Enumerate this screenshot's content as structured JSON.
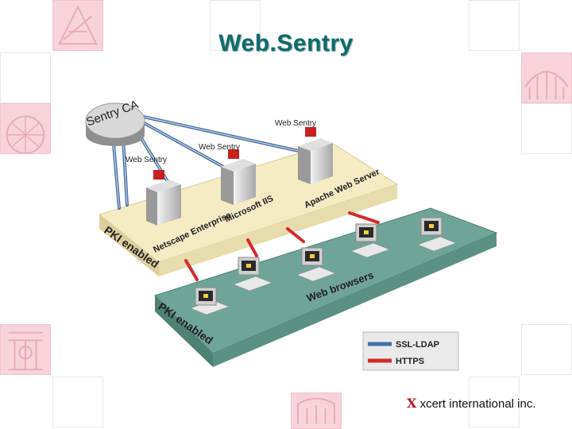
{
  "title": "Web.Sentry",
  "ca": {
    "label": "Sentry CA"
  },
  "servers": [
    {
      "label": "Web Sentry",
      "platform": "Netscape Enterprise"
    },
    {
      "label": "Web Sentry",
      "platform": "Microsoft IIS"
    },
    {
      "label": "Web Sentry",
      "platform": "Apache Web Server"
    }
  ],
  "platforms": {
    "server_tier": "PKI enabled",
    "client_tier": "PKI enabled",
    "clients_label": "Web browsers"
  },
  "legend": [
    {
      "label": "SSL-LDAP",
      "color": "#4a6fa5"
    },
    {
      "label": "HTTPS",
      "color": "#d42a2a"
    }
  ],
  "logo": {
    "mark": "X",
    "text": "xcert international inc."
  },
  "colors": {
    "title": "#0e6b6b",
    "server_platform": "#f5ecc4",
    "client_platform": "#6fa598",
    "tile_pink": "#f8d3db"
  }
}
